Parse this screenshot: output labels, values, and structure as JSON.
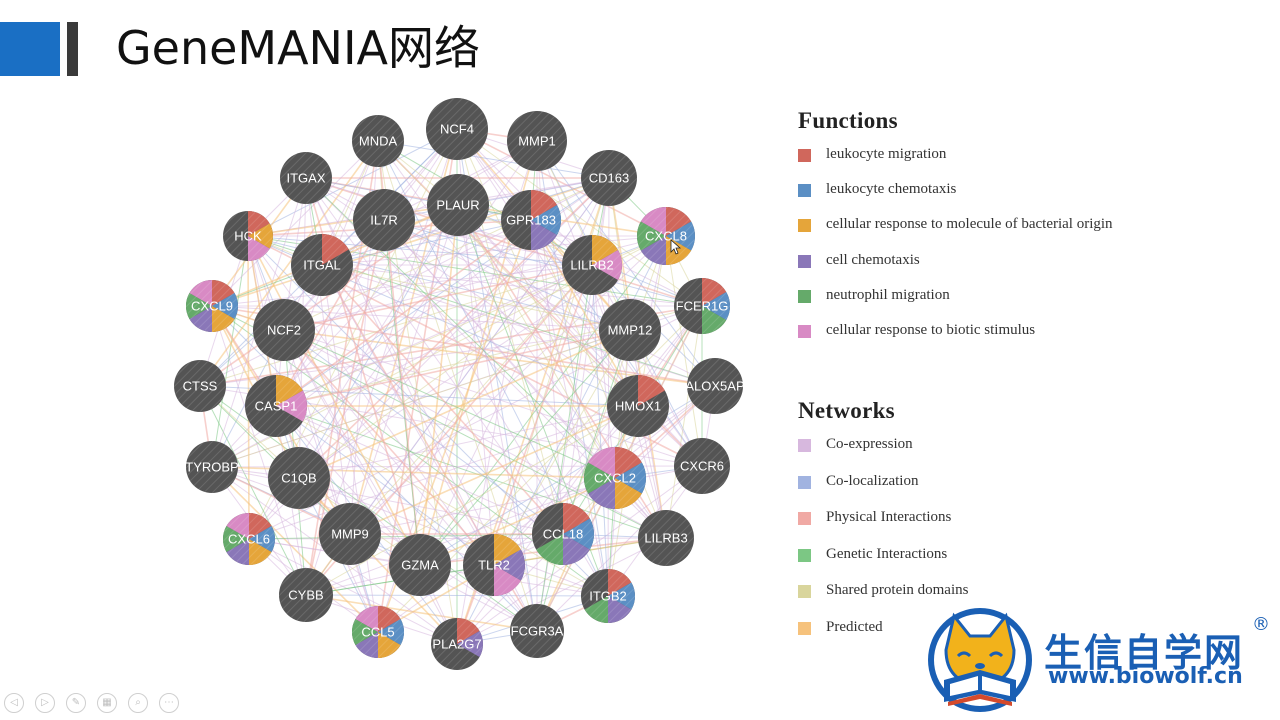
{
  "slide": {
    "title": "GeneMANIA网络"
  },
  "colors": {
    "node": "#545454",
    "accent_block": "#1a6fc4",
    "leukocyte_migration": "#d0675c",
    "leukocyte_chemotaxis": "#5b8fc4",
    "cellular_response_bacterial": "#e5a53a",
    "cell_chemotaxis": "#8a77b8",
    "neutrophil_migration": "#65aa6a",
    "cellular_response_biotic": "#d88ac4",
    "coexpression": "#d7b8de",
    "colocalization": "#a1b3e0",
    "physical": "#f0a9a4",
    "genetic": "#7cc784",
    "shared_domains": "#d9d59c",
    "predicted": "#f6c27c"
  },
  "network": {
    "genes": [
      {
        "name": "NCF4",
        "functions": []
      },
      {
        "name": "MMP1",
        "functions": []
      },
      {
        "name": "CD163",
        "functions": []
      },
      {
        "name": "CXCL8",
        "functions": [
          "leukocyte_migration",
          "leukocyte_chemotaxis",
          "cellular_response_bacterial",
          "cell_chemotaxis",
          "neutrophil_migration",
          "cellular_response_biotic"
        ]
      },
      {
        "name": "FCER1G",
        "functions": [
          "leukocyte_migration",
          "leukocyte_chemotaxis",
          "neutrophil_migration"
        ]
      },
      {
        "name": "ALOX5AP",
        "functions": []
      },
      {
        "name": "CXCR6",
        "functions": []
      },
      {
        "name": "LILRB3",
        "functions": []
      },
      {
        "name": "ITGB2",
        "functions": [
          "leukocyte_migration",
          "leukocyte_chemotaxis",
          "cell_chemotaxis",
          "neutrophil_migration"
        ]
      },
      {
        "name": "FCGR3A",
        "functions": []
      },
      {
        "name": "PLA2G7",
        "functions": [
          "leukocyte_migration",
          "cell_chemotaxis"
        ]
      },
      {
        "name": "CCL5",
        "functions": [
          "leukocyte_migration",
          "leukocyte_chemotaxis",
          "cellular_response_bacterial",
          "cell_chemotaxis",
          "neutrophil_migration",
          "cellular_response_biotic"
        ]
      },
      {
        "name": "CYBB",
        "functions": []
      },
      {
        "name": "CXCL6",
        "functions": [
          "leukocyte_migration",
          "leukocyte_chemotaxis",
          "cellular_response_bacterial",
          "cell_chemotaxis",
          "neutrophil_migration",
          "cellular_response_biotic"
        ]
      },
      {
        "name": "TYROBP",
        "functions": []
      },
      {
        "name": "CTSS",
        "functions": []
      },
      {
        "name": "CXCL9",
        "functions": [
          "leukocyte_migration",
          "leukocyte_chemotaxis",
          "cellular_response_bacterial",
          "cell_chemotaxis",
          "neutrophil_migration",
          "cellular_response_biotic"
        ]
      },
      {
        "name": "HCK",
        "functions": [
          "leukocyte_migration",
          "cellular_response_bacterial",
          "cellular_response_biotic"
        ]
      },
      {
        "name": "ITGAX",
        "functions": []
      },
      {
        "name": "MNDA",
        "functions": []
      },
      {
        "name": "IL7R",
        "functions": []
      },
      {
        "name": "PLAUR",
        "functions": []
      },
      {
        "name": "GPR183",
        "functions": [
          "leukocyte_migration",
          "leukocyte_chemotaxis",
          "cell_chemotaxis"
        ]
      },
      {
        "name": "LILRB2",
        "functions": [
          "cellular_response_bacterial",
          "cellular_response_biotic"
        ]
      },
      {
        "name": "MMP12",
        "functions": []
      },
      {
        "name": "HMOX1",
        "functions": [
          "leukocyte_migration"
        ]
      },
      {
        "name": "CXCL2",
        "functions": [
          "leukocyte_migration",
          "leukocyte_chemotaxis",
          "cellular_response_bacterial",
          "cell_chemotaxis",
          "neutrophil_migration",
          "cellular_response_biotic"
        ]
      },
      {
        "name": "CCL18",
        "functions": [
          "leukocyte_migration",
          "leukocyte_chemotaxis",
          "cell_chemotaxis",
          "neutrophil_migration"
        ]
      },
      {
        "name": "TLR2",
        "functions": [
          "cellular_response_bacterial",
          "cell_chemotaxis",
          "cellular_response_biotic"
        ]
      },
      {
        "name": "GZMA",
        "functions": []
      },
      {
        "name": "MMP9",
        "functions": []
      },
      {
        "name": "C1QB",
        "functions": []
      },
      {
        "name": "CASP1",
        "functions": [
          "cellular_response_bacterial",
          "cellular_response_biotic"
        ]
      },
      {
        "name": "NCF2",
        "functions": []
      },
      {
        "name": "ITGAL",
        "functions": [
          "leukocyte_migration"
        ]
      }
    ]
  },
  "legend": {
    "functions_title": "Functions",
    "functions": [
      {
        "label": "leukocyte migration",
        "color": "#d0675c"
      },
      {
        "label": "leukocyte chemotaxis",
        "color": "#5b8fc4"
      },
      {
        "label": "cellular response to molecule of bacterial origin",
        "color": "#e5a53a"
      },
      {
        "label": "cell chemotaxis",
        "color": "#8a77b8"
      },
      {
        "label": "neutrophil migration",
        "color": "#65aa6a"
      },
      {
        "label": "cellular response to biotic stimulus",
        "color": "#d88ac4"
      }
    ],
    "networks_title": "Networks",
    "networks": [
      {
        "label": "Co-expression",
        "color": "#d7b8de"
      },
      {
        "label": "Co-localization",
        "color": "#a1b3e0"
      },
      {
        "label": "Physical Interactions",
        "color": "#f0a9a4"
      },
      {
        "label": "Genetic Interactions",
        "color": "#7cc784"
      },
      {
        "label": "Shared protein domains",
        "color": "#d9d59c"
      },
      {
        "label": "Predicted",
        "color": "#f6c27c"
      }
    ]
  },
  "logo": {
    "name_cn": "生信自学网",
    "url": "www.biowolf.cn",
    "registered": "®"
  },
  "controls": [
    {
      "icon": "previous-icon",
      "glyph": "◁"
    },
    {
      "icon": "next-icon",
      "glyph": "▷"
    },
    {
      "icon": "pen-icon",
      "glyph": "✎"
    },
    {
      "icon": "slides-icon",
      "glyph": "▦"
    },
    {
      "icon": "zoom-icon",
      "glyph": "⌕"
    },
    {
      "icon": "more-icon",
      "glyph": "⋯"
    }
  ]
}
